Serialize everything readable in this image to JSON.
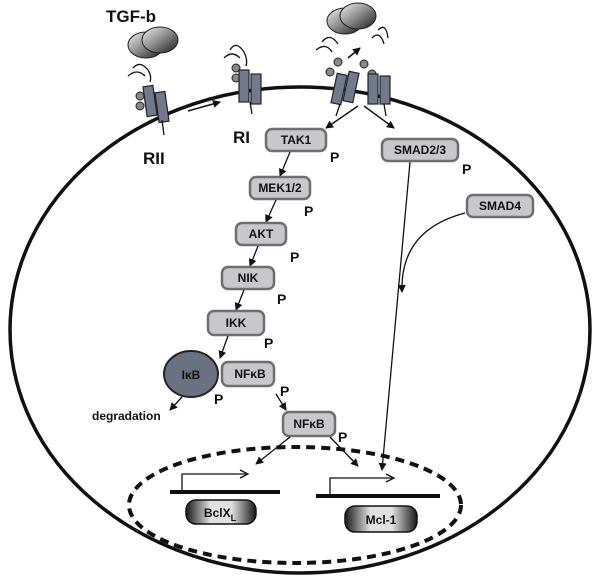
{
  "ligand": {
    "label": "TGF-b"
  },
  "receptors": {
    "rii": "RII",
    "ri": "RI"
  },
  "nodes": {
    "tak1": "TAK1",
    "mek12": "MEK1/2",
    "akt": "AKT",
    "nik": "NIK",
    "ikk": "IKK",
    "smad23": "SMAD2/3",
    "smad4": "SMAD4",
    "ikb": "IκB",
    "nfkb_bound": "NFκB",
    "nfkb_free": "NFκB"
  },
  "phospho_label": "P",
  "degradation_label": "degradation",
  "genes": {
    "bclx": "BclX",
    "bclx_sub": "L",
    "mcl1": "Mcl-1"
  },
  "colors": {
    "box_fill": "#c8c8cc",
    "box_stroke": "#6e6e72",
    "receptor_fill": "#707a8c",
    "ikb_fill": "#6a7282",
    "line": "#111111"
  }
}
